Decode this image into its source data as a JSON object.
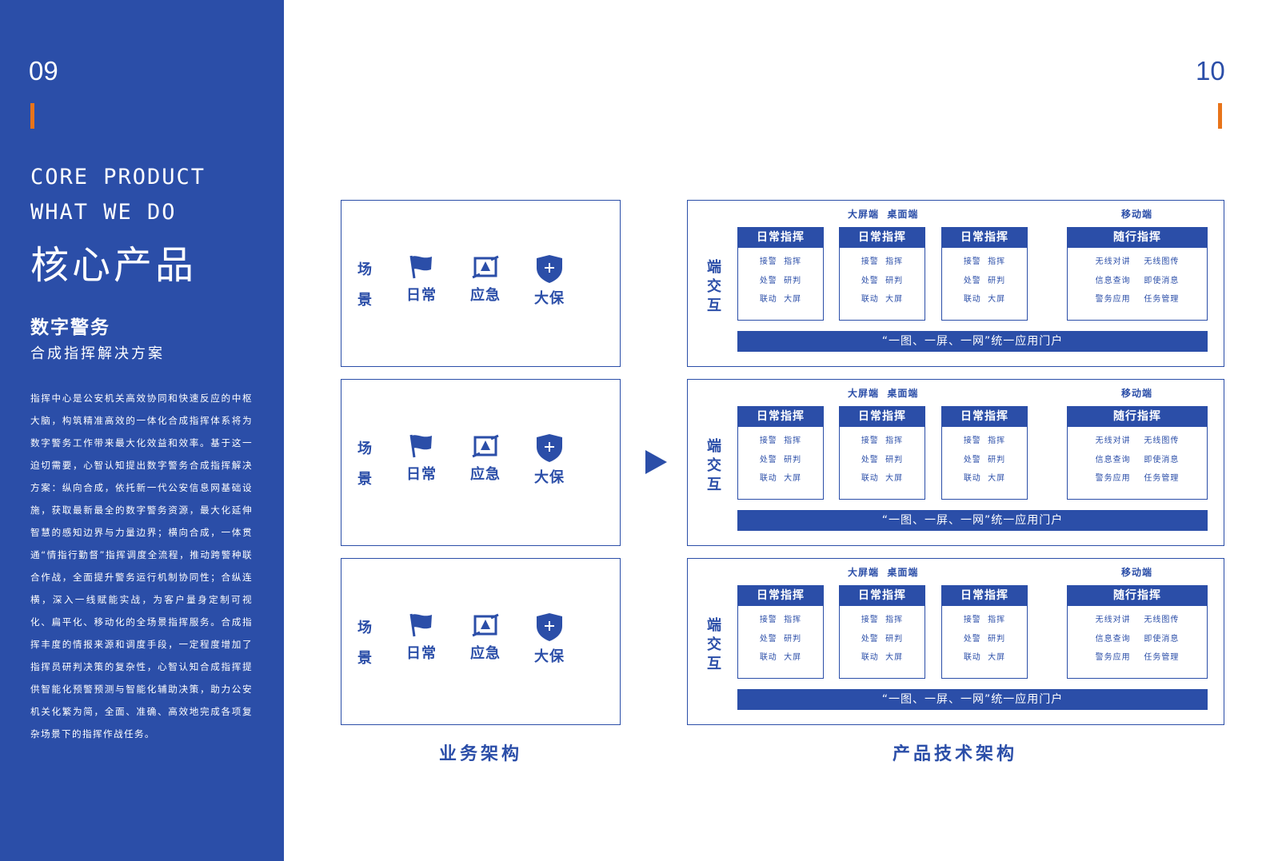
{
  "left_panel": {
    "page_number": "09",
    "core_line1": "CORE PRODUCT",
    "core_line2": "WHAT WE DO",
    "title": "核心产品",
    "subtitle": "数字警务",
    "subtitle2": "合成指挥解决方案",
    "paragraph": "指挥中心是公安机关高效协同和快速反应的中枢大脑，构筑精准高效的一体化合成指挥体系将为数字警务工作带来最大化效益和效率。基于这一迫切需要，心智认知提出数字警务合成指挥解决方案：纵向合成，依托新一代公安信息网基础设施，获取最新最全的数字警务资源，最大化延伸智慧的感知边界与力量边界；横向合成，一体贯通“情指行勤督”指挥调度全流程，推动跨警种联合作战，全面提升警务运行机制协同性；合纵连横，深入一线赋能实战，为客户量身定制可视化、扁平化、移动化的全场景指挥服务。合成指挥丰度的情报来源和调度手段，一定程度增加了指挥员研判决策的复杂性，心智认知合成指挥提供智能化预警预测与智能化辅助决策，助力公安机关化繁为简，全面、准确、高效地完成各项复杂场景下的指挥作战任务。"
  },
  "right_page_number": "10",
  "colors": {
    "brand": "#2b4ea8",
    "accent": "#e8741a"
  },
  "scenes": [
    {
      "label_top": "场",
      "label_bottom": "景",
      "items": [
        {
          "icon": "flag-icon",
          "label": "日常"
        },
        {
          "icon": "emergency-icon",
          "label": "应急"
        },
        {
          "icon": "shield-plus-icon",
          "label": "大保"
        }
      ]
    },
    {
      "label_top": "场",
      "label_bottom": "景",
      "items": [
        {
          "icon": "flag-icon",
          "label": "日常"
        },
        {
          "icon": "emergency-icon",
          "label": "应急"
        },
        {
          "icon": "shield-plus-icon",
          "label": "大保"
        }
      ]
    },
    {
      "label_top": "场",
      "label_bottom": "景",
      "items": [
        {
          "icon": "flag-icon",
          "label": "日常"
        },
        {
          "icon": "emergency-icon",
          "label": "应急"
        },
        {
          "icon": "shield-plus-icon",
          "label": "大保"
        }
      ]
    }
  ],
  "business_caption": "业务架构",
  "product_caption": "产品技术架构",
  "arch": [
    {
      "vertical": [
        "端",
        "交",
        "互"
      ],
      "header_left": "大屏端  桌面端",
      "header_right": "移动端",
      "cards": [
        {
          "title": "日常指挥",
          "lines": [
            "接警  指挥",
            "处警  研判",
            "联动  大屏"
          ]
        },
        {
          "title": "日常指挥",
          "lines": [
            "接警  指挥",
            "处警  研判",
            "联动  大屏"
          ]
        },
        {
          "title": "日常指挥",
          "lines": [
            "接警  指挥",
            "处警  研判",
            "联动  大屏"
          ]
        },
        {
          "title": "随行指挥",
          "lines": [
            "无线对讲    无线图传",
            "信息查询    即使消息",
            "警务应用    任务管理"
          ]
        }
      ],
      "portal": "“一图、一屏、一网”统一应用门户"
    },
    {
      "vertical": [
        "端",
        "交",
        "互"
      ],
      "header_left": "大屏端  桌面端",
      "header_right": "移动端",
      "cards": [
        {
          "title": "日常指挥",
          "lines": [
            "接警  指挥",
            "处警  研判",
            "联动  大屏"
          ]
        },
        {
          "title": "日常指挥",
          "lines": [
            "接警  指挥",
            "处警  研判",
            "联动  大屏"
          ]
        },
        {
          "title": "日常指挥",
          "lines": [
            "接警  指挥",
            "处警  研判",
            "联动  大屏"
          ]
        },
        {
          "title": "随行指挥",
          "lines": [
            "无线对讲    无线图传",
            "信息查询    即使消息",
            "警务应用    任务管理"
          ]
        }
      ],
      "portal": "“一图、一屏、一网”统一应用门户"
    },
    {
      "vertical": [
        "端",
        "交",
        "互"
      ],
      "header_left": "大屏端  桌面端",
      "header_right": "移动端",
      "cards": [
        {
          "title": "日常指挥",
          "lines": [
            "接警  指挥",
            "处警  研判",
            "联动  大屏"
          ]
        },
        {
          "title": "日常指挥",
          "lines": [
            "接警  指挥",
            "处警  研判",
            "联动  大屏"
          ]
        },
        {
          "title": "日常指挥",
          "lines": [
            "接警  指挥",
            "处警  研判",
            "联动  大屏"
          ]
        },
        {
          "title": "随行指挥",
          "lines": [
            "无线对讲    无线图传",
            "信息查询    即使消息",
            "警务应用    任务管理"
          ]
        }
      ],
      "portal": "“一图、一屏、一网”统一应用门户"
    }
  ]
}
